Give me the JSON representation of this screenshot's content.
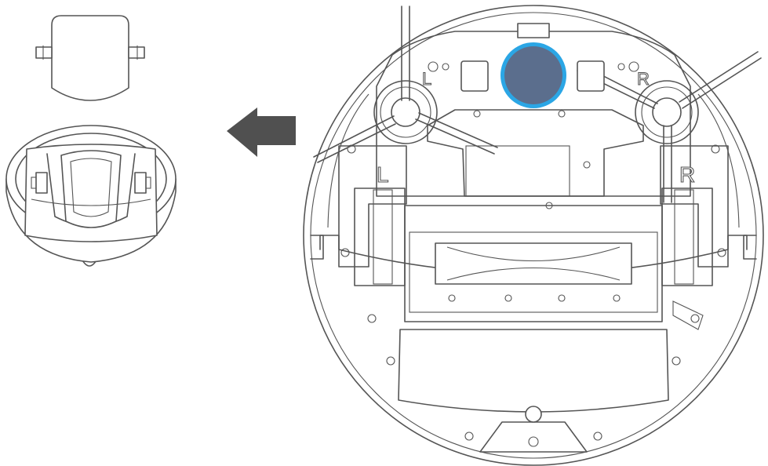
{
  "diagram": {
    "brush_labels": {
      "left_top": "L",
      "right_top": "R"
    },
    "wheel_labels": {
      "left": "L",
      "right": "R"
    },
    "colors": {
      "line": "#555555",
      "arrow": "#505050",
      "caster_highlight": "#5b6e8d",
      "caster_ring": "#2ba6e5",
      "background": "#ffffff"
    },
    "icons": {
      "arrow": "arrow-left-icon",
      "wheel_part": "caster-wheel-icon",
      "wheel_housing": "caster-housing-icon"
    }
  }
}
